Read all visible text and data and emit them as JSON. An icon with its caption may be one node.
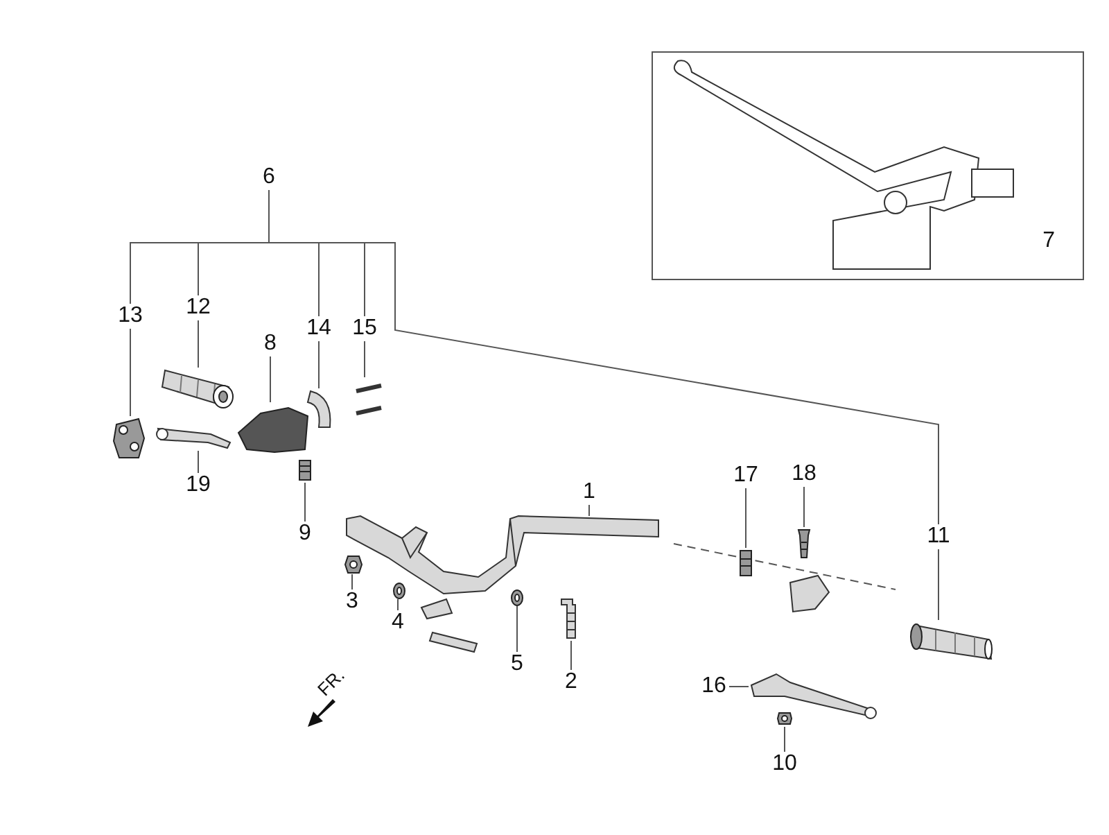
{
  "diagram": {
    "nodes": [
      {
        "text": [
          "1"
        ]
      },
      {
        "text": [],
        "shape": "picture"
      },
      {
        "text": [
          "2"
        ]
      },
      {
        "text": [],
        "shape": "picture"
      },
      {
        "text": [
          "3"
        ]
      },
      {
        "text": [],
        "shape": "picture"
      },
      {
        "text": [
          "4"
        ]
      },
      {
        "text": [],
        "shape": "picture"
      },
      {
        "text": [
          "5"
        ]
      },
      {
        "text": [],
        "shape": "picture"
      },
      {
        "text": [
          "6"
        ]
      },
      {
        "text": [
          "7"
        ]
      },
      {
        "text": [],
        "shape": "picture",
        "in": 11
      },
      {
        "text": [
          "8"
        ]
      },
      {
        "text": [],
        "shape": "picture"
      },
      {
        "text": [
          "9"
        ]
      },
      {
        "text": [],
        "shape": "picture"
      },
      {
        "text": [
          "10"
        ]
      },
      {
        "text": [],
        "shape": "picture"
      },
      {
        "text": [
          "11"
        ]
      },
      {
        "text": [],
        "shape": "picture"
      },
      {
        "text": [
          "12"
        ]
      },
      {
        "text": [],
        "shape": "picture"
      },
      {
        "text": [
          "13"
        ]
      },
      {
        "text": [],
        "shape": "picture"
      },
      {
        "text": [
          "14"
        ]
      },
      {
        "text": [],
        "shape": "picture"
      },
      {
        "text": [
          "15"
        ]
      },
      {
        "text": [],
        "shape": "picture"
      },
      {
        "text": [
          "16"
        ]
      },
      {
        "text": [],
        "shape": "picture"
      },
      {
        "text": [
          "17"
        ]
      },
      {
        "text": [],
        "shape": "picture"
      },
      {
        "text": [
          "18"
        ]
      },
      {
        "text": [],
        "shape": "picture"
      },
      {
        "text": [
          "19"
        ]
      },
      {
        "text": [],
        "shape": "picture"
      }
    ],
    "edges": [
      {
        "from": 0,
        "to": 1,
        "arrow": "none"
      },
      {
        "from": 2,
        "to": 3,
        "arrow": "none"
      },
      {
        "from": 4,
        "to": 5,
        "arrow": "none"
      },
      {
        "from": 6,
        "to": 7,
        "arrow": "none"
      },
      {
        "from": 8,
        "to": 9,
        "arrow": "none"
      },
      {
        "from": 13,
        "to": 14,
        "arrow": "none"
      },
      {
        "from": 15,
        "to": 16,
        "arrow": "none"
      },
      {
        "from": 17,
        "to": 18,
        "arrow": "none"
      },
      {
        "from": 19,
        "to": 20,
        "arrow": "none"
      },
      {
        "from": 21,
        "to": 22,
        "arrow": "none"
      },
      {
        "from": 23,
        "to": 24,
        "arrow": "none"
      },
      {
        "from": 25,
        "to": 26,
        "arrow": "none"
      },
      {
        "from": 27,
        "to": 28,
        "arrow": "none"
      },
      {
        "from": 29,
        "to": 30,
        "arrow": "none"
      },
      {
        "from": 31,
        "to": 32,
        "arrow": "none"
      },
      {
        "from": 33,
        "to": 34,
        "arrow": "none"
      },
      {
        "from": 35,
        "to": 36,
        "arrow": "none"
      },
      {
        "from": 10,
        "to": 23,
        "arrow": "none"
      },
      {
        "from": 10,
        "to": 21,
        "arrow": "none"
      },
      {
        "from": 10,
        "to": 25,
        "arrow": "none"
      },
      {
        "from": 10,
        "to": 27,
        "arrow": "none"
      },
      {
        "from": 10,
        "to": 19,
        "arrow": "none"
      }
    ],
    "labels": [
      "FR."
    ]
  }
}
